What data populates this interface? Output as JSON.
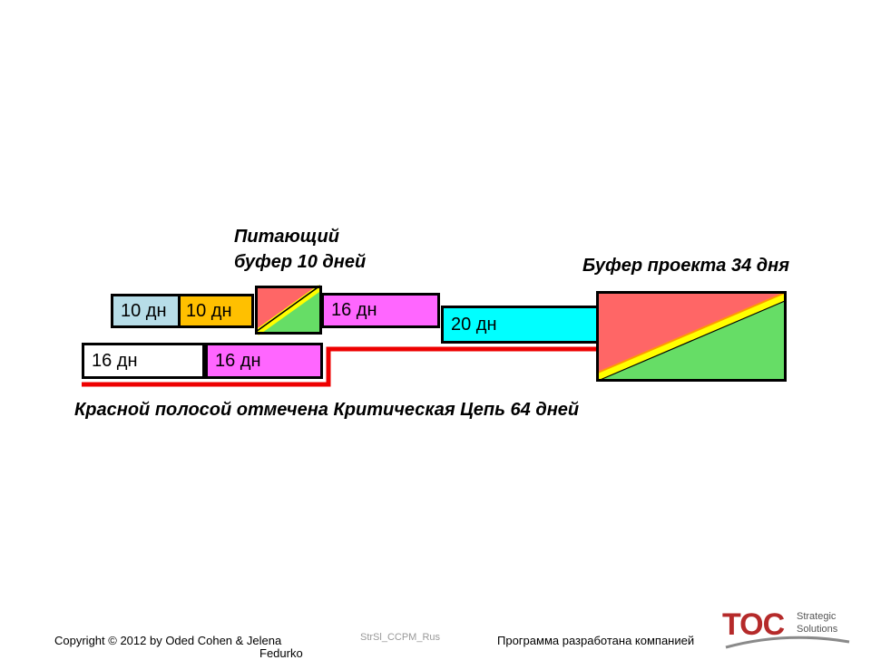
{
  "labels": {
    "feeding_buffer_line1": "Питающий",
    "feeding_buffer_line2": "буфер 10 дней",
    "project_buffer": "Буфер проекта 34 дня",
    "critical_chain": "Красной полосой отмечена Критическая Цепь 64 дней"
  },
  "tasks": {
    "top_a": "10 дн",
    "top_b": "10 дн",
    "top_c": "16 дн",
    "mid_d": "20 дн",
    "bottom_a": "16 дн",
    "bottom_b": "16 дн"
  },
  "colors": {
    "light_blue": "#b7dde8",
    "orange": "#ffc000",
    "magenta": "#ff66ff",
    "cyan": "#00ffff",
    "white": "#ffffff",
    "buffer_red": "#ff6666",
    "buffer_green": "#66dd66",
    "buffer_yellow": "#ffff00",
    "critical_line": "#ee0000"
  },
  "footer": {
    "copyright": "Copyright © 2012 by Oded Cohen & Jelena",
    "copyright_cont": "Fedurko",
    "code": "StrSl_CCPM_Rus",
    "developed_by": "Программа разработана компанией",
    "logo_main": "TOC",
    "logo_sub1": "Strategic",
    "logo_sub2": "Solutions"
  }
}
